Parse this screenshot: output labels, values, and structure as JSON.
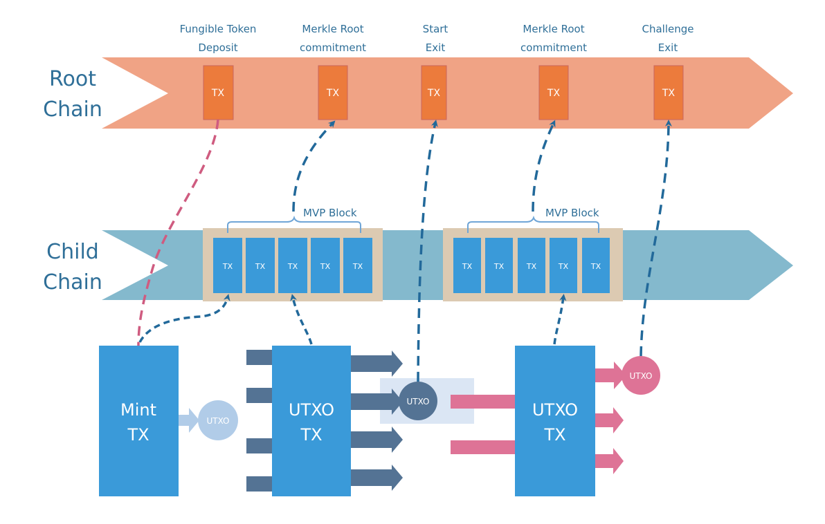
{
  "colors": {
    "root_band": "#f0a385",
    "root_tx": "#ec7b3c",
    "root_tx_border": "#c9665e",
    "child_band": "#84b9cd",
    "block_bg": "#dccab2",
    "child_tx": "#3a9ad9",
    "label_text": "#2f6f98",
    "connector_blue": "#22699a",
    "connector_pink": "#cf5c80",
    "io_dark": "#547394",
    "io_pink": "#de7396",
    "utxo_light": "#b1cce8",
    "utxo_dark": "#547394",
    "utxo_pink": "#de7396",
    "highlight_box": "#dbe6f4"
  },
  "root_chain": {
    "label_line1": "Root",
    "label_line2": "Chain",
    "events": [
      {
        "line1": "Fungible Token",
        "line2": "Deposit",
        "tx": "TX"
      },
      {
        "line1": "Merkle Root",
        "line2": "commitment",
        "tx": "TX"
      },
      {
        "line1": "Start",
        "line2": "Exit",
        "tx": "TX"
      },
      {
        "line1": "Merkle Root",
        "line2": "commitment",
        "tx": "TX"
      },
      {
        "line1": "Challenge",
        "line2": "Exit",
        "tx": "TX"
      }
    ]
  },
  "child_chain": {
    "label_line1": "Child",
    "label_line2": "Chain",
    "blocks": [
      {
        "label": "MVP Block",
        "txs": [
          "TX",
          "TX",
          "TX",
          "TX",
          "TX"
        ]
      },
      {
        "label": "MVP Block",
        "txs": [
          "TX",
          "TX",
          "TX",
          "TX",
          "TX"
        ]
      }
    ]
  },
  "transactions": {
    "mint": {
      "line1": "Mint",
      "line2": "TX",
      "output": "UTXO"
    },
    "utxo_tx_1": {
      "line1": "UTXO",
      "line2": "TX",
      "spent_output": "UTXO"
    },
    "utxo_tx_2": {
      "line1": "UTXO",
      "line2": "TX",
      "output": "UTXO"
    }
  }
}
